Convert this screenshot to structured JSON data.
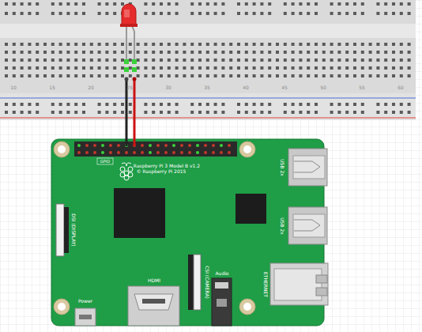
{
  "diagram": {
    "labels": [
      "10",
      "15",
      "20",
      "25",
      "30",
      "35",
      "40",
      "45",
      "50",
      "55",
      "60",
      "GPIO",
      "Raspberry Pi 3 Model B v1.2",
      "© Raspberry Pi 2015",
      "DSI (DISPLAY)",
      "CSI (CAMERA)",
      "HDMI",
      "Power",
      "Audio",
      "USB 2x",
      "USB 2x",
      "ETHERNET"
    ]
  }
}
